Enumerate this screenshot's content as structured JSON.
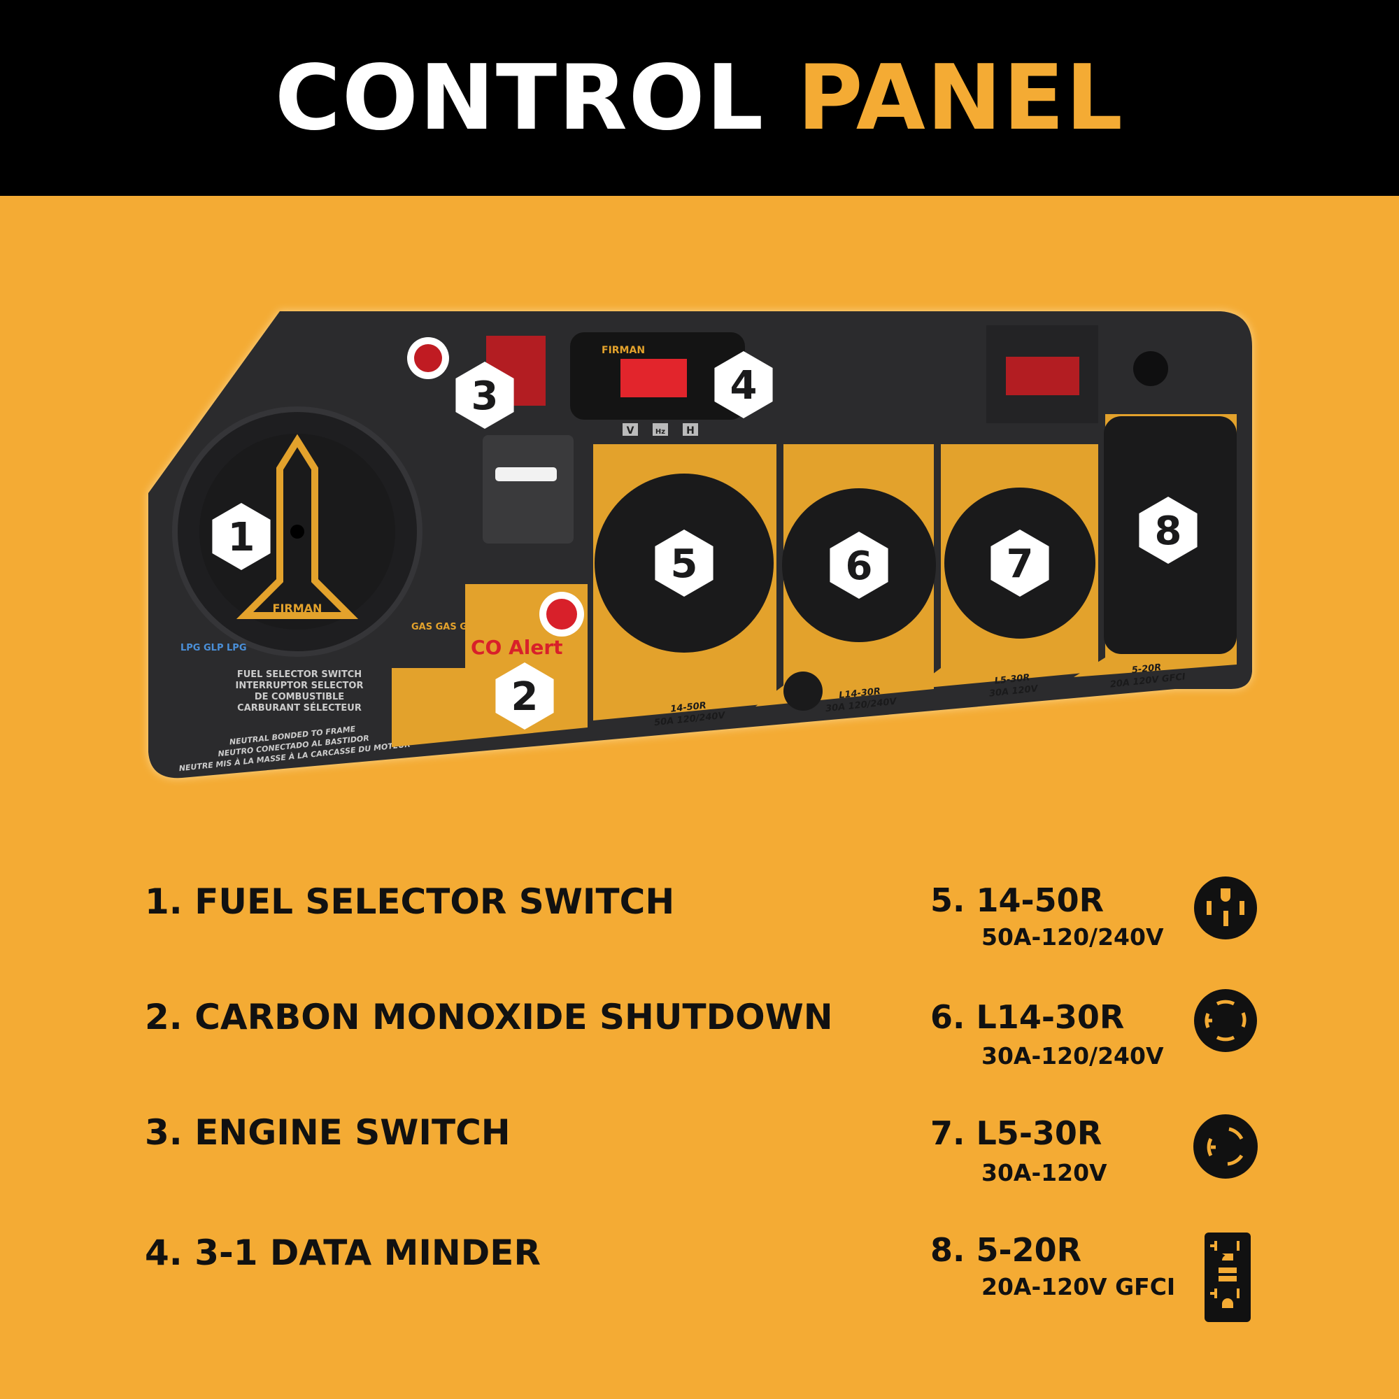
{
  "header": {
    "title_part1": "CONTROL",
    "title_part2": "PANEL"
  },
  "colors": {
    "background": "#f4ab34",
    "header": "#000000",
    "panel": "#2b2b2d",
    "accent": "#f4ab34",
    "indicator_red": "#d8202a"
  },
  "panel": {
    "badges": [
      "1",
      "2",
      "3",
      "4",
      "5",
      "6",
      "7",
      "8"
    ],
    "brand": "FIRMAN",
    "co_alert": "CO Alert",
    "fuel_labels": {
      "lpg": "LPG GLP LPG",
      "gas": "GAS GAS GAZ"
    },
    "fuel_selector_text": [
      "FUEL SELECTOR SWITCH",
      "INTERRUPTOR SELECTOR",
      "DE COMBUSTIBLE",
      "CARBURANT SÉLECTEUR"
    ],
    "neutral_text": [
      "NEUTRAL BONDED TO FRAME",
      "NEUTRO CONECTADO AL BASTIDOR",
      "NEUTRE MIS À LA MASSE À LA CARCASSE DU MOTEUR"
    ],
    "display_keys": [
      "V",
      "Hz",
      "H"
    ],
    "outlet_labels": [
      {
        "line1": "14-50R",
        "line2": "50A 120/240V"
      },
      {
        "line1": "L14-30R",
        "line2": "30A 120/240V"
      },
      {
        "line1": "L5-30R",
        "line2": "30A 120V"
      },
      {
        "line1": "5-20R",
        "line2": "20A 120V GFCI"
      }
    ]
  },
  "features": [
    {
      "label": "1. FUEL SELECTOR SWITCH"
    },
    {
      "label": "2. CARBON MONOXIDE SHUTDOWN"
    },
    {
      "label": "3. ENGINE SWITCH"
    },
    {
      "label": "4. 3-1 DATA MINDER"
    }
  ],
  "outlets": [
    {
      "name": "5. 14-50R",
      "rating": "50A-120/240V",
      "icon": "nema-14-50-icon"
    },
    {
      "name": "6. L14-30R",
      "rating": "30A-120/240V",
      "icon": "nema-l14-30-icon"
    },
    {
      "name": "7. L5-30R",
      "rating": "30A-120V",
      "icon": "nema-l5-30-icon"
    },
    {
      "name": "8. 5-20R",
      "rating": "20A-120V GFCI",
      "icon": "gfci-5-20-icon"
    }
  ]
}
